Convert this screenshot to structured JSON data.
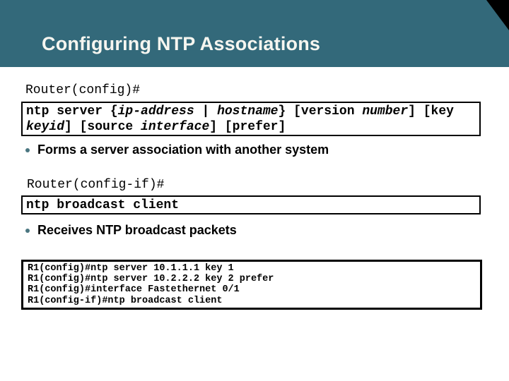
{
  "title": "Configuring NTP Associations",
  "colors": {
    "header_band": "#33697a",
    "corner_triangle": "#000000",
    "bullet_dot": "#4a7680",
    "box_border": "#000000",
    "title_text": "#f6f6f0",
    "body_text": "#000000"
  },
  "prompts": {
    "global_config": "Router(config)#",
    "interface_config": "Router(config-if)#"
  },
  "syntax_box": {
    "lines": [
      [
        {
          "text": "ntp server {"
        },
        {
          "text": "ip-address",
          "italic": true
        },
        {
          "text": " | "
        },
        {
          "text": "hostname",
          "italic": true
        },
        {
          "text": "} [version "
        },
        {
          "text": "number",
          "italic": true
        },
        {
          "text": "] [key"
        }
      ],
      [
        {
          "text": "keyid",
          "italic": true
        },
        {
          "text": "] [source "
        },
        {
          "text": "interface",
          "italic": true
        },
        {
          "text": "] [prefer]"
        }
      ]
    ]
  },
  "broadcast_box": {
    "command": "ntp broadcast client"
  },
  "bullets": [
    "Forms a server association with another system",
    "Receives NTP broadcast packets"
  ],
  "console": {
    "lines": [
      "R1(config)#ntp server 10.1.1.1 key 1",
      "R1(config)#ntp server 10.2.2.2 key 2 prefer",
      "R1(config)#interface Fastethernet 0/1",
      "R1(config-if)#ntp broadcast client"
    ]
  }
}
